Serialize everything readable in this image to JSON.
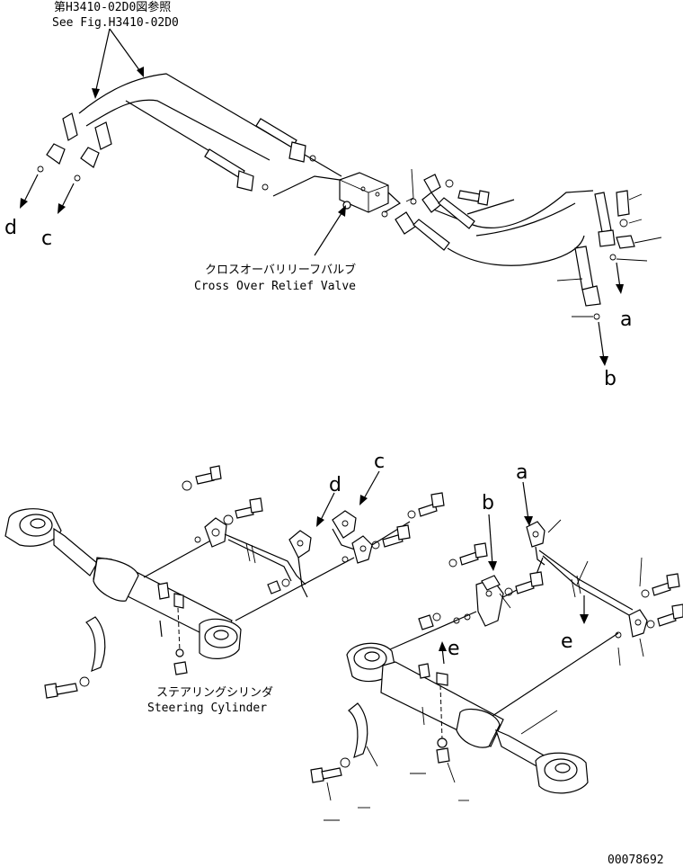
{
  "labels": {
    "see_fig_jp": "第H3410-02D0図参照",
    "see_fig_en": "See Fig.H3410-02D0",
    "valve_jp": "クロスオーバリリーフバルブ",
    "valve_en": "Cross Over Relief Valve",
    "cylinder_jp": "ステアリングシリンダ",
    "cylinder_en": "Steering Cylinder",
    "drawing_number": "00078692"
  },
  "refs": {
    "a_top": "a",
    "b_top": "b",
    "c_top": "c",
    "d_top": "d",
    "a_bottom": "a",
    "b_bottom": "b",
    "c_bottom": "c",
    "d_bottom": "d",
    "e_left": "e",
    "e_right": "e"
  }
}
